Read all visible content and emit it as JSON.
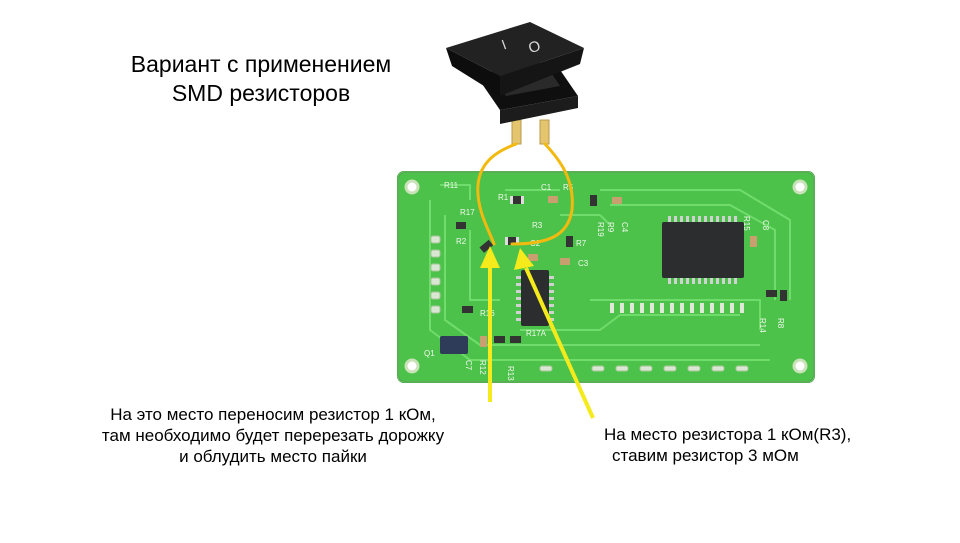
{
  "title": {
    "line1": "Вариант с применением",
    "line2": "SMD резисторов"
  },
  "caption_left": {
    "line1": "На это место переносим резистор 1 кОм,",
    "line2": "там необходимо будет перерезать дорожку",
    "line3": "и облудить место пайки"
  },
  "caption_right": {
    "line1": "На место резистора 1 кОм(R3),",
    "line2": "ставим резистор 3 мОм"
  },
  "switch": {
    "symbol_on": "I",
    "symbol_off": "O"
  },
  "pcb": {
    "labels": [
      "R11",
      "R17",
      "R1",
      "C1",
      "R5",
      "R19",
      "R9",
      "C4",
      "R2",
      "R3",
      "C2",
      "R7",
      "C3",
      "R15",
      "C8",
      "R14",
      "R8",
      "R16",
      "Q1",
      "C7",
      "R12",
      "R13",
      "R17A"
    ]
  },
  "colors": {
    "pcb_green": "#4cc24a",
    "wire_yellow": "#f2b90f",
    "arrow_yellow": "#f4ea1c",
    "switch_black": "#151515"
  }
}
